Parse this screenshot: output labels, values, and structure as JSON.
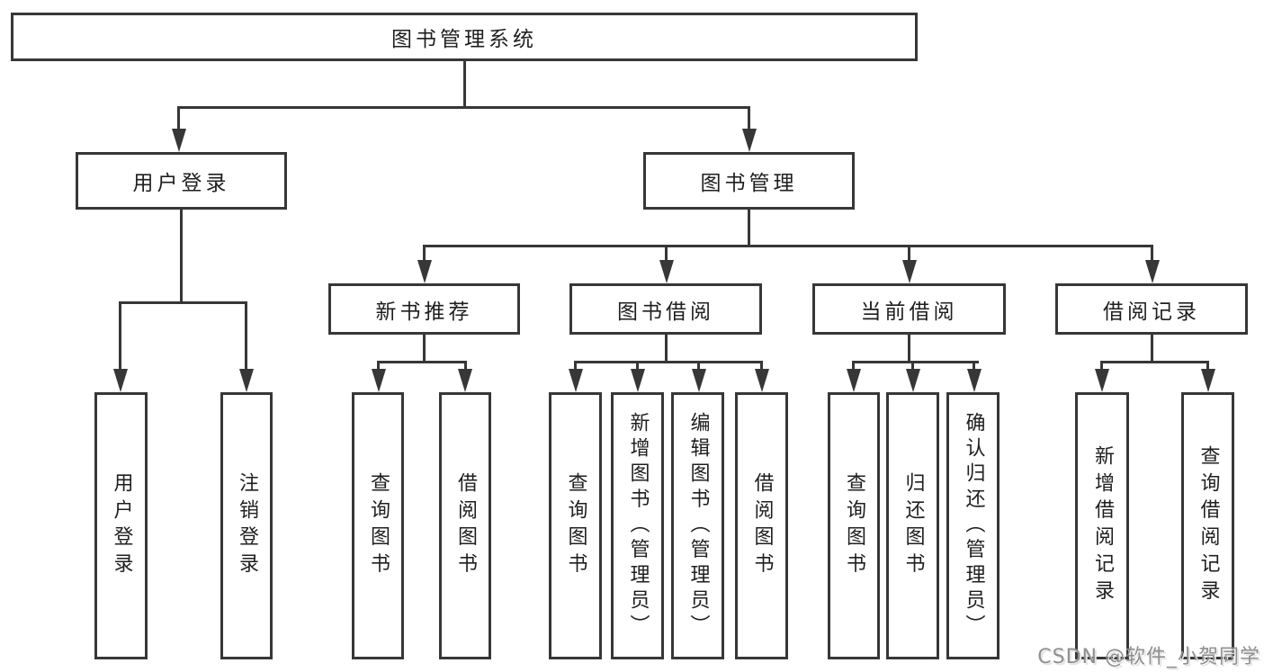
{
  "tree": {
    "root": "图书管理系统",
    "branches": [
      {
        "label": "用户登录",
        "children": [
          "用户登录",
          "注销登录"
        ]
      },
      {
        "label": "图书管理",
        "groups": [
          {
            "label": "新书推荐",
            "children": [
              "查询图书",
              "借阅图书"
            ]
          },
          {
            "label": "图书借阅",
            "children": [
              "查询图书",
              "新增图书（管理员）",
              "编辑图书（管理员）",
              "借阅图书"
            ]
          },
          {
            "label": "当前借阅",
            "children": [
              "查询图书",
              "归还图书",
              "确认归还（管理员）"
            ]
          },
          {
            "label": "借阅记录",
            "children": [
              "新增借阅记录",
              "查询借阅记录"
            ]
          }
        ]
      }
    ]
  },
  "watermark": {
    "text": "CSDN @软件_小贺同学"
  },
  "colors": {
    "line": "#373737",
    "text": "#1f1f1f",
    "watermark": "#8f8f8f",
    "background": "#ffffff"
  }
}
